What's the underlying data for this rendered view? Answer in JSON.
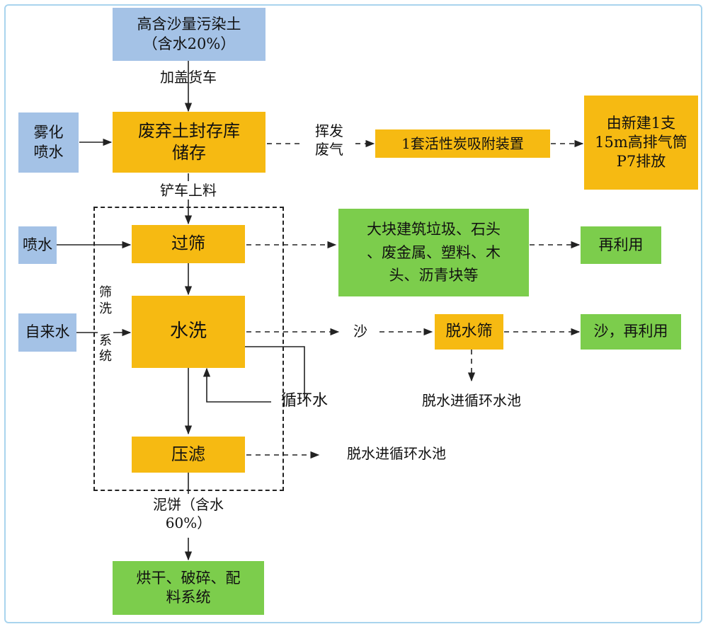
{
  "nodes": {
    "soil": "高含沙量污染土\n（含水20%）",
    "storage": "废弃土封存库\n储存",
    "mist_spray": "雾化\n喷水",
    "carbon": "1套活性炭吸附装置",
    "exhaust": "由新建1支\n15m高排气筒\nP7排放",
    "spray": "喷水",
    "screen": "过筛",
    "debris": "大块建筑垃圾、石头\n、废金属、塑料、木\n头、沥青块等",
    "reuse": "再利用",
    "tap_water": "自来水",
    "wash": "水洗",
    "dewater_screen": "脱水筛",
    "sand_reuse": "沙，再利用",
    "press": "压滤",
    "dry": "烘干、破碎、配\n料系统"
  },
  "labels": {
    "truck": "加盖货车",
    "volatile": "挥发\n废气",
    "shovel": "铲车上料",
    "system": "筛\n洗\n\n系\n统",
    "sand": "沙",
    "recycle_water": "循环水",
    "dewater_pool_1": "脱水进循环水池",
    "dewater_pool_2": "脱水进循环水池",
    "mudcake": "泥饼（含水\n60%）"
  },
  "colors": {
    "input": "#a4c2e6",
    "process": "#f6ba12",
    "output": "#7ccd4c"
  }
}
